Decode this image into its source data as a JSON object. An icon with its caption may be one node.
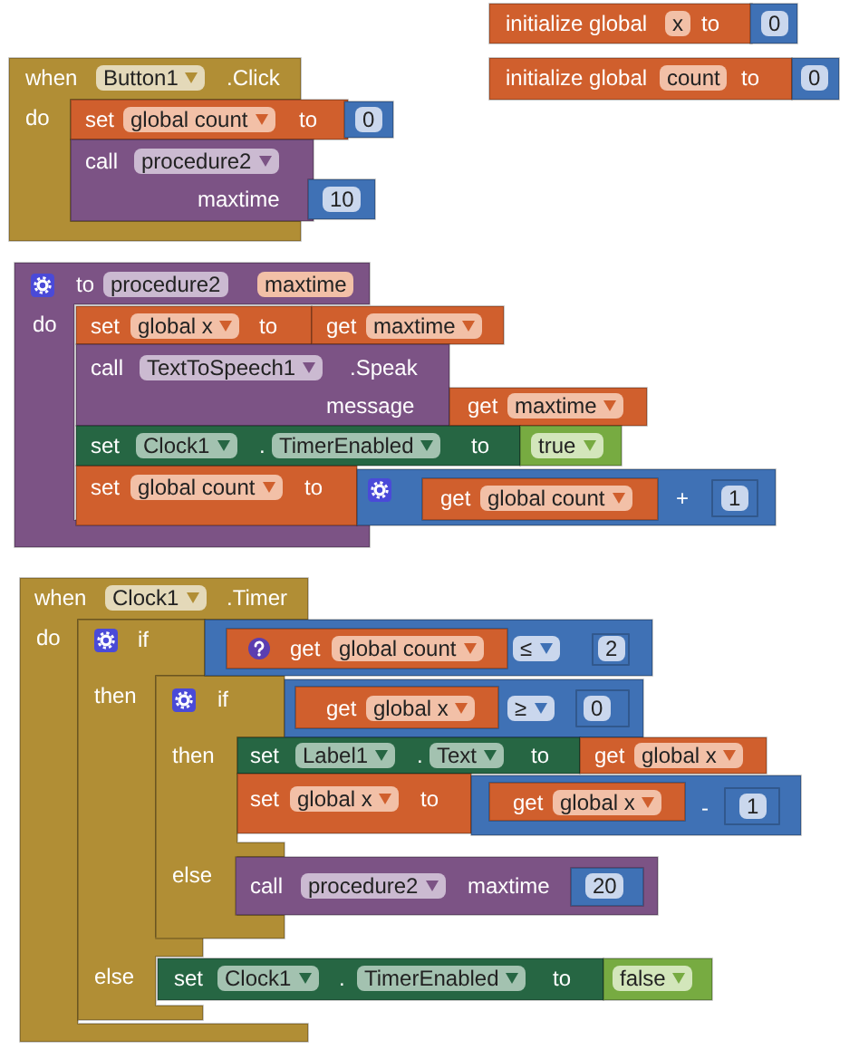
{
  "diagram": {
    "nodes": [
      {
        "text": [
          "initialize global",
          "x",
          "to"
        ]
      },
      {
        "text": [
          "0"
        ]
      },
      {
        "text": [
          "initialize global",
          "count",
          "to"
        ]
      },
      {
        "text": [
          "0"
        ]
      },
      {
        "text": [
          "when",
          "Button1",
          ".Click",
          "do"
        ]
      },
      {
        "text": [
          "set",
          "global count",
          "to"
        ]
      },
      {
        "text": [
          "0"
        ]
      },
      {
        "text": [
          "call",
          "procedure2",
          "maxtime"
        ]
      },
      {
        "text": [
          "10"
        ]
      },
      {
        "text": [
          "to",
          "procedure2",
          "maxtime",
          "do"
        ]
      },
      {
        "text": [
          "set",
          "global x",
          "to"
        ],
        "in": 9
      },
      {
        "text": [
          "get",
          "maxtime"
        ]
      },
      {
        "text": [
          "call",
          "TextToSpeech1",
          ".Speak",
          "message"
        ]
      },
      {
        "text": [
          "get",
          "maxtime"
        ]
      },
      {
        "text": [
          "set",
          "Clock1",
          ".",
          "TimerEnabled",
          "to"
        ]
      },
      {
        "text": [
          "true"
        ]
      },
      {
        "text": [
          "set",
          "global count",
          "to"
        ],
        "in": 9
      },
      {
        "text": [
          "+"
        ]
      },
      {
        "text": [
          "get",
          "global count"
        ],
        "in": 17
      },
      {
        "text": [
          "1"
        ],
        "in": 17
      },
      {
        "text": [
          "when",
          "Clock1",
          ".Timer",
          "do"
        ]
      },
      {
        "text": [
          "if",
          "then",
          "else"
        ],
        "in": 20
      },
      {
        "text": [
          "≤"
        ]
      },
      {
        "text": [
          "get",
          "global count"
        ],
        "in": 22
      },
      {
        "text": [
          "2"
        ],
        "in": 22
      },
      {
        "text": [
          "if",
          "then",
          "else"
        ],
        "in": 20
      },
      {
        "text": [
          "≥"
        ]
      },
      {
        "text": [
          "get",
          "global x"
        ],
        "in": 26
      },
      {
        "text": [
          "0"
        ],
        "in": 26
      },
      {
        "text": [
          "set",
          "Label1",
          ".",
          "Text",
          "to"
        ]
      },
      {
        "text": [
          "get",
          "global x"
        ]
      },
      {
        "text": [
          "set",
          "global x",
          "to"
        ]
      },
      {
        "text": [
          "-"
        ]
      },
      {
        "text": [
          "get",
          "global x"
        ],
        "in": 32
      },
      {
        "text": [
          "1"
        ],
        "in": 32
      },
      {
        "text": [
          "call",
          "procedure2",
          "maxtime"
        ]
      },
      {
        "text": [
          "20"
        ],
        "in": 35
      },
      {
        "text": [
          "set",
          "Clock1",
          ".",
          "TimerEnabled",
          "to"
        ]
      },
      {
        "text": [
          "false"
        ]
      }
    ]
  }
}
